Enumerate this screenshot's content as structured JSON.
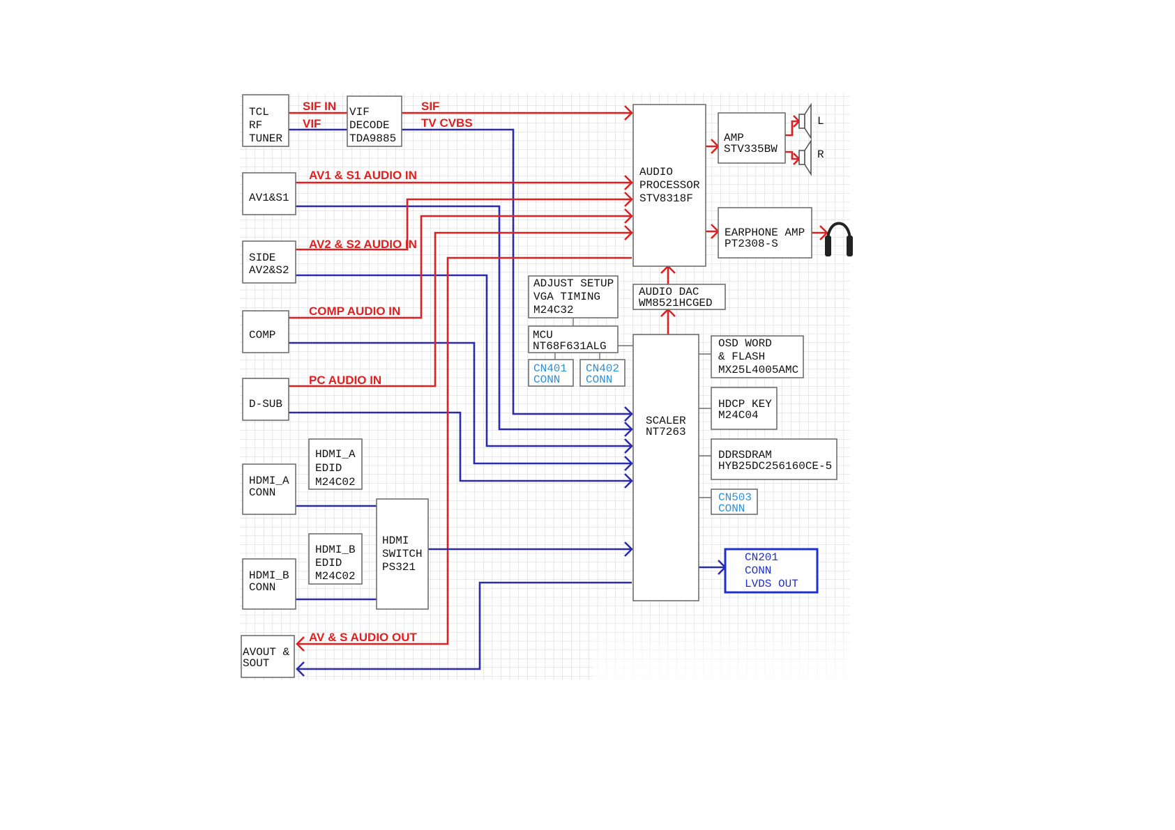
{
  "blocks": {
    "tuner": [
      "TCL",
      "RF",
      "TUNER"
    ],
    "vif_decode": [
      "VIF",
      "DECODE",
      "TDA9885"
    ],
    "av1s1": [
      "AV1&S1"
    ],
    "side_av2s2": [
      "SIDE",
      "AV2&S2"
    ],
    "comp": [
      "COMP"
    ],
    "dsub": [
      "D-SUB"
    ],
    "hdmi_a_conn": [
      "HDMI_A",
      "CONN"
    ],
    "hdmi_a_edid": [
      "HDMI_A",
      "EDID",
      "M24C02"
    ],
    "hdmi_b_conn": [
      "HDMI_B",
      "CONN"
    ],
    "hdmi_b_edid": [
      "HDMI_B",
      "EDID",
      "M24C02"
    ],
    "hdmi_switch": [
      "HDMI",
      "SWITCH",
      "PS321"
    ],
    "avout": [
      "AVOUT &",
      "SOUT"
    ],
    "audio_processor": [
      "AUDIO",
      "PROCESSOR",
      "STV8318F"
    ],
    "amp": [
      "AMP",
      "STV335BW"
    ],
    "earphone_amp": [
      "EARPHONE AMP",
      "PT2308-S"
    ],
    "adjust_setup": [
      "ADJUST SETUP",
      "VGA TIMING",
      "M24C32"
    ],
    "mcu": [
      "MCU",
      "NT68F631ALG"
    ],
    "cn401": [
      "CN401",
      "CONN"
    ],
    "cn402": [
      "CN402",
      "CONN"
    ],
    "audio_dac": [
      "AUDIO DAC",
      "WM8521HCGED"
    ],
    "scaler": [
      "SCALER",
      "NT7263"
    ],
    "osd_flash": [
      "OSD WORD",
      "& FLASH",
      "MX25L4005AMC"
    ],
    "hdcp_key": [
      "HDCP KEY",
      "M24C04"
    ],
    "ddr": [
      "DDRSDRAM",
      "HYB25DC256160CE-5"
    ],
    "cn503": [
      "CN503",
      "CONN"
    ],
    "cn201": [
      "CN201",
      "CONN",
      "LVDS OUT"
    ]
  },
  "signals": {
    "sif_in": "SIF IN",
    "vif": "VIF",
    "sif": "SIF",
    "tv_cvbs": "TV CVBS",
    "av1_audio": "AV1 & S1 AUDIO IN",
    "av2_audio": "AV2 & S2 AUDIO IN",
    "comp_audio": "COMP AUDIO IN",
    "pc_audio": "PC AUDIO IN",
    "av_out_audio": "AV & S AUDIO OUT"
  },
  "speakers": {
    "left": "L",
    "right": "R"
  },
  "colors": {
    "audio_path": "#e02020",
    "video_path": "#2a2ab0",
    "control_path": "#6e6e6e",
    "connector_label": "#2d8fd8",
    "lvds_out": "#1f2fd0",
    "grid": "#cfcfcf"
  },
  "icons": [
    "speaker-icon",
    "headphone-icon"
  ]
}
